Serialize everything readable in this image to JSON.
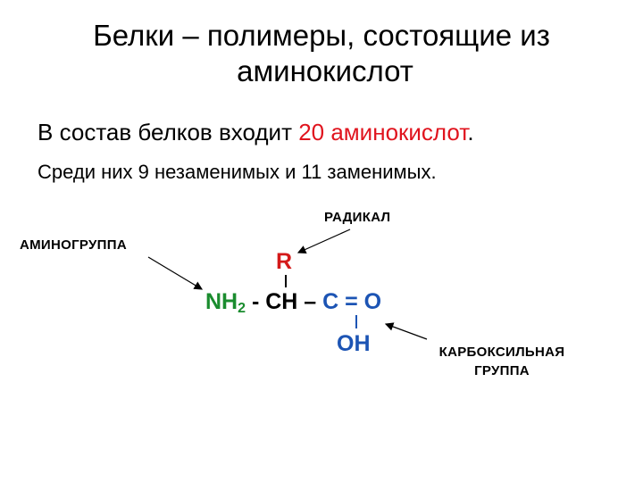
{
  "title": {
    "line1": "Белки – полимеры, состоящие из",
    "line2": "аминокислот"
  },
  "body": {
    "line1_prefix": "В состав белков входит ",
    "line1_highlight": "20 аминокислот",
    "line1_suffix": ".",
    "line2": "Среди них 9 незаменимых и 11 заменимых."
  },
  "diagram": {
    "label_radical": "РАДИКАЛ",
    "label_amino": "АМИНОГРУППА",
    "label_carboxyl_1": "КАРБОКСИЛЬНАЯ",
    "label_carboxyl_2": "ГРУППА",
    "r_group": "R",
    "nh": "NH",
    "sub2": "2",
    "mid": " - CH – ",
    "cooh_c": "C = O",
    "oh": "OH",
    "colors": {
      "red": "#e0141e",
      "green": "#1a8c2e",
      "blue": "#1c54b4"
    }
  }
}
